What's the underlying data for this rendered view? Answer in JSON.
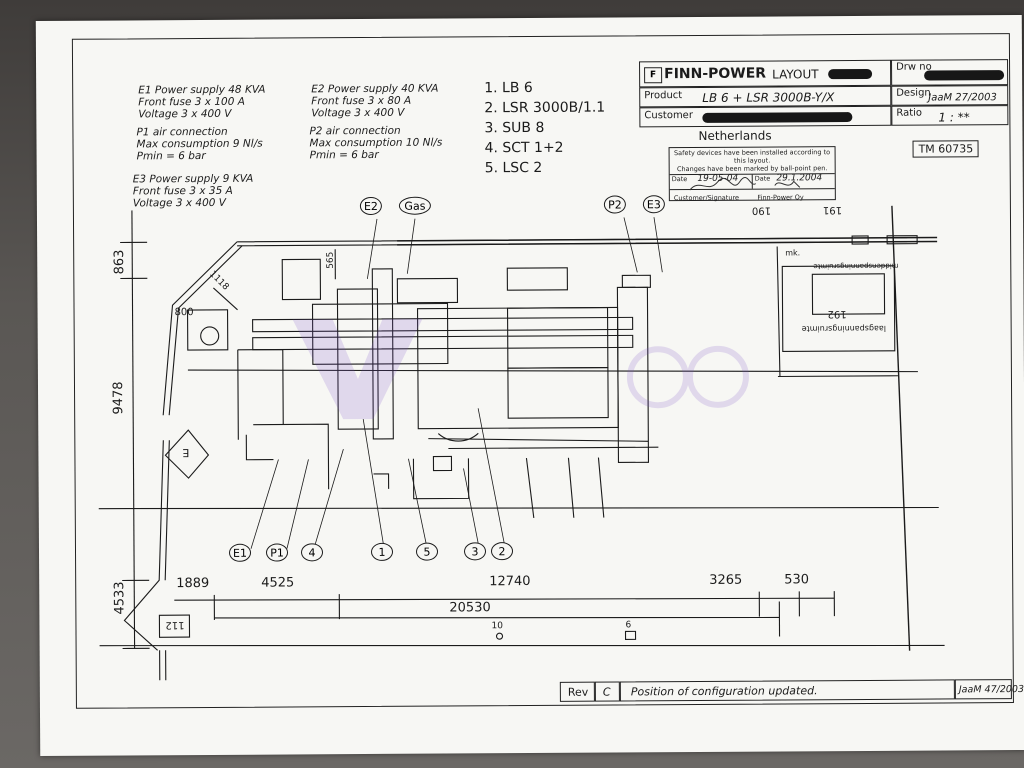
{
  "specs": {
    "e1": {
      "title": "E1  Power supply 48 KVA",
      "line1": "Front fuse 3 x 100 A",
      "line2": "Voltage 3 x 400 V"
    },
    "e2": {
      "title": "E2  Power supply 40 KVA",
      "line1": "Front fuse 3 x 80 A",
      "line2": "Voltage 3 x 400 V"
    },
    "p1": {
      "title": "P1  air connection",
      "line1": "Max consumption 9 Nl/s",
      "line2": "Pmin = 6 bar"
    },
    "p2": {
      "title": "P2  air connection",
      "line1": "Max consumption 10 Nl/s",
      "line2": "Pmin = 6 bar"
    },
    "e3": {
      "title": "E3  Power supply 9 KVA",
      "line1": "Front fuse 3 x 35 A",
      "line2": "Voltage 3 x 400 V"
    }
  },
  "machine_list": [
    "1.  LB 6",
    "2.  LSR 3000B/1.1",
    "3.  SUB 8",
    "4.  SCT 1+2",
    "5.  LSC 2"
  ],
  "title_block": {
    "company": "FINN-POWER",
    "layout_label": "LAYOUT",
    "drw_no_label": "Drw no",
    "product_label": "Product",
    "product_value": "LB 6 + LSR 3000B-Y/X",
    "design_label": "Design",
    "design_value": "JaaM 27/2003",
    "customer_label": "Customer",
    "ratio_label": "Ratio",
    "ratio_value": "1 : **",
    "country": "Netherlands",
    "tm_number": "TM 60735"
  },
  "stamp": {
    "heading1": "Safety devices have been installed according to this layout.",
    "heading2": "Changes have been marked by ball-point pen.",
    "date1_label": "Date",
    "date1_value": "19-05-04",
    "date2_label": "Date",
    "date2_value": "29.1.2004",
    "sig1_label": "Customer/Signature",
    "sig2_label": "Finn-Power Oy"
  },
  "callouts": {
    "top": [
      "E2",
      "Gas",
      "P2",
      "E3"
    ],
    "bottom": [
      "E1",
      "P1",
      "4",
      "1",
      "5",
      "3",
      "2"
    ]
  },
  "room_labels": {
    "r190": "190",
    "r191": "191",
    "mk": "mk.",
    "middenspanning": "middenspanningsruimte",
    "r192": "192",
    "laagspanning": "laagspanningsruimte",
    "e3_sign": "E",
    "r112": "112"
  },
  "dimensions": {
    "d863": "863",
    "d565": "565",
    "d1118": "1118",
    "d800": "800",
    "d9478": "9478",
    "d4533": "4533",
    "d1889": "1889",
    "d4525": "4525",
    "d12740": "12740",
    "d3265": "3265",
    "d530": "530",
    "d20530": "20530",
    "d10": "10",
    "d6": "6"
  },
  "revision": {
    "rev_label": "Rev",
    "rev_value": "C",
    "description": "Position of configuration updated.",
    "signature": "JaaM 47/2003"
  },
  "colors": {
    "paper": "#f7f7f4",
    "ink": "#1b1b1b",
    "redaction": "#171717"
  }
}
